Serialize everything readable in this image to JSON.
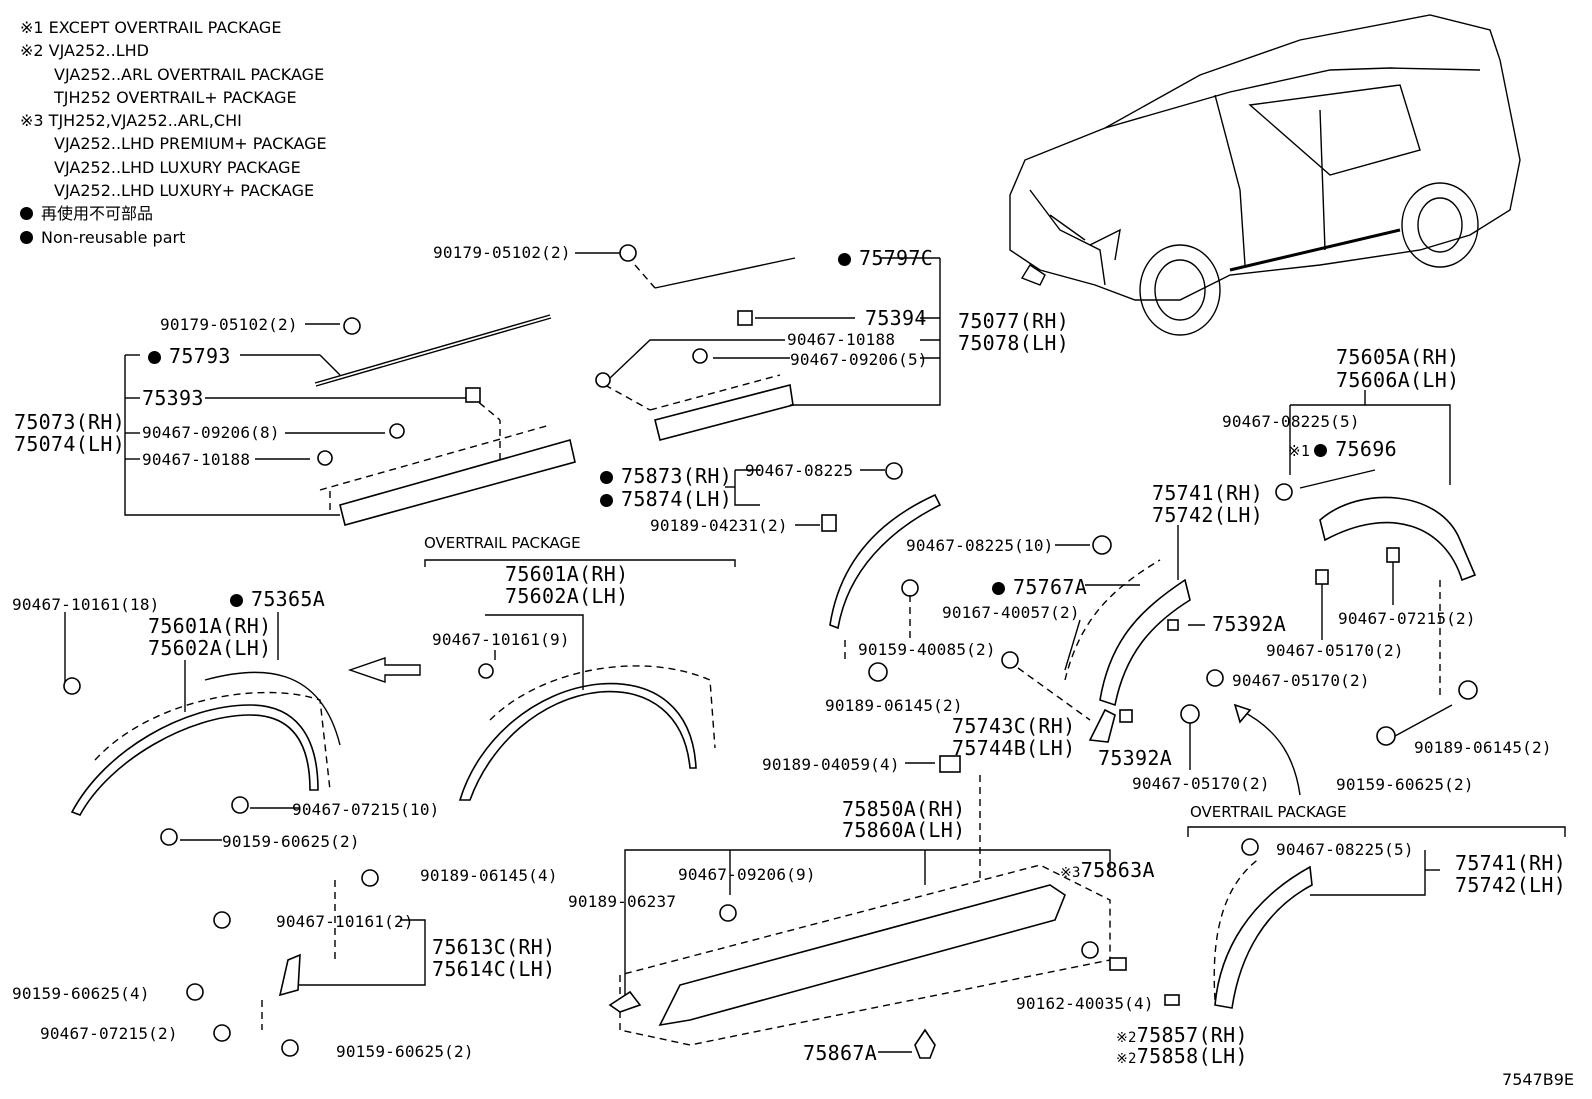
{
  "legend": {
    "notes": [
      "※1 EXCEPT OVERTRAIL PACKAGE",
      "※2 VJA252..LHD",
      "VJA252..ARL OVERTRAIL PACKAGE",
      "TJH252 OVERTRAIL+ PACKAGE",
      "※3 TJH252,VJA252..ARL,CHI",
      "VJA252..LHD PREMIUM+ PACKAGE",
      "VJA252..LHD LUXURY PACKAGE",
      "VJA252..LHD LUXURY+ PACKAGE"
    ],
    "nonreusable_jp": "再使用不可部品",
    "nonreusable_en": "Non-reusable part"
  },
  "packages": {
    "overtrail_1": "OVERTRAIL PACKAGE",
    "overtrail_2": "OVERTRAIL PACKAGE"
  },
  "labels": {
    "p90179_05102_a": "90179-05102(2)",
    "p75797C": "75797C",
    "p90179_05102_b": "90179-05102(2)",
    "p75394": "75394",
    "p75077": "75077(RH)",
    "p75078": "75078(LH)",
    "p90467_10188_a": "90467-10188",
    "p90467_09206_5": "90467-09206(5)",
    "p75793": "75793",
    "p75393": "75393",
    "p75073": "75073(RH)",
    "p75074": "75074(LH)",
    "p90467_09206_8": "90467-09206(8)",
    "p90467_10188_b": "90467-10188",
    "p75605A": "75605A(RH)",
    "p75606A": "75606A(LH)",
    "p90467_08225_5a": "90467-08225(5)",
    "p75696": "75696",
    "p75873": "75873(RH)",
    "p75874": "75874(LH)",
    "p90467_08225": "90467-08225",
    "p90189_04231": "90189-04231(2)",
    "p75741_a": "75741(RH)",
    "p75742_a": "75742(LH)",
    "p90467_08225_10": "90467-08225(10)",
    "p75767A": "75767A",
    "p90167_40057": "90167-40057(2)",
    "p75392A_a": "75392A",
    "p90467_07215_2a": "90467-07215(2)",
    "p90467_05170_2a": "90467-05170(2)",
    "p90467_05170_2b": "90467-05170(2)",
    "p90159_40085": "90159-40085(2)",
    "p90189_06145_2a": "90189-06145(2)",
    "p75743C": "75743C(RH)",
    "p75744B": "75744B(LH)",
    "p75392A_b": "75392A",
    "p90467_05170_2c": "90467-05170(2)",
    "p90189_06145_2b": "90189-06145(2)",
    "p90159_60625_2a": "90159-60625(2)",
    "p90467_10161_18": "90467-10161(18)",
    "p75365A": "75365A",
    "p75601A_a": "75601A(RH)",
    "p75602A_a": "75602A(LH)",
    "p75601A_b": "75601A(RH)",
    "p75602A_b": "75602A(LH)",
    "p90467_10161_9": "90467-10161(9)",
    "p90467_07215_10": "90467-07215(10)",
    "p90159_60625_2b": "90159-60625(2)",
    "p90189_04059": "90189-04059(4)",
    "p75850A": "75850A(RH)",
    "p75860A": "75860A(LH)",
    "p90467_08225_5b": "90467-08225(5)",
    "p75741_b": "75741(RH)",
    "p75742_b": "75742(LH)",
    "p90189_06145_4": "90189-06145(4)",
    "p90467_09206_9": "90467-09206(9)",
    "p75863A": "75863A",
    "p90189_06237": "90189-06237",
    "p90467_10161_2": "90467-10161(2)",
    "p75613C": "75613C(RH)",
    "p75614C": "75614C(LH)",
    "p90159_60625_4": "90159-60625(4)",
    "p90162_40035": "90162-40035(4)",
    "p90467_07215_2b": "90467-07215(2)",
    "p75857": "75857(RH)",
    "p75858": "75858(LH)",
    "p90159_60625_2c": "90159-60625(2)",
    "p75867A": "75867A"
  },
  "marks": {
    "m1": "※1",
    "m2a": "※2",
    "m2b": "※2",
    "m3": "※3"
  },
  "illustration_code": "7547B9E"
}
